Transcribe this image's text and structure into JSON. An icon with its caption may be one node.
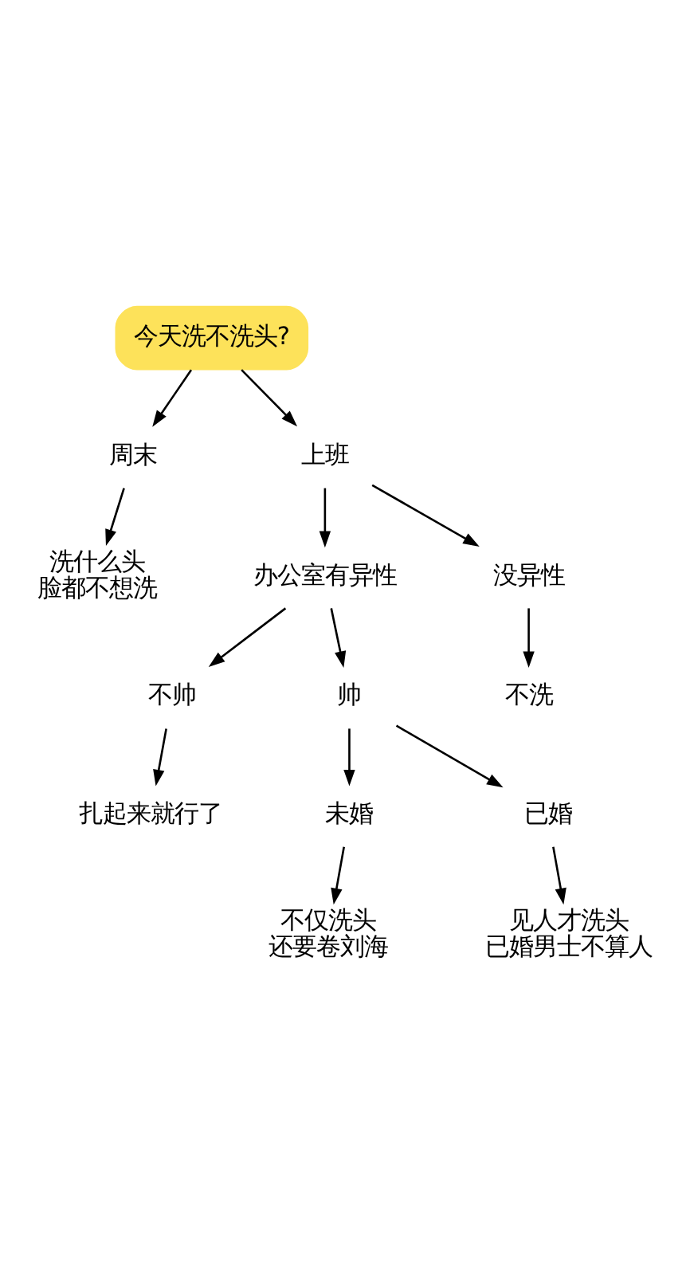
{
  "diagram": {
    "nodes": [
      {
        "text": [
          "今天洗不洗头?"
        ]
      },
      {
        "text": [
          "周末"
        ]
      },
      {
        "text": [
          "上班"
        ]
      },
      {
        "text": [
          "洗什么头",
          "脸都不想洗"
        ]
      },
      {
        "text": [
          "办公室有异性"
        ]
      },
      {
        "text": [
          "没异性"
        ]
      },
      {
        "text": [
          "不帅"
        ]
      },
      {
        "text": [
          "帅"
        ]
      },
      {
        "text": [
          "不洗"
        ]
      },
      {
        "text": [
          "扎起来就行了"
        ]
      },
      {
        "text": [
          "未婚"
        ]
      },
      {
        "text": [
          "已婚"
        ]
      },
      {
        "text": [
          "不仅洗头",
          "还要卷刘海"
        ]
      },
      {
        "text": [
          "见人才洗头",
          "已婚男士不算人"
        ]
      }
    ],
    "edges": [
      {
        "from": 0,
        "to": 1,
        "arrow": "to"
      },
      {
        "from": 0,
        "to": 2,
        "arrow": "to"
      },
      {
        "from": 1,
        "to": 3,
        "arrow": "to"
      },
      {
        "from": 2,
        "to": 4,
        "arrow": "to"
      },
      {
        "from": 2,
        "to": 5,
        "arrow": "to"
      },
      {
        "from": 4,
        "to": 6,
        "arrow": "to"
      },
      {
        "from": 4,
        "to": 7,
        "arrow": "to"
      },
      {
        "from": 5,
        "to": 8,
        "arrow": "to"
      },
      {
        "from": 6,
        "to": 9,
        "arrow": "to"
      },
      {
        "from": 7,
        "to": 10,
        "arrow": "to"
      },
      {
        "from": 7,
        "to": 11,
        "arrow": "to"
      },
      {
        "from": 10,
        "to": 12,
        "arrow": "to"
      },
      {
        "from": 11,
        "to": 13,
        "arrow": "to"
      }
    ]
  }
}
